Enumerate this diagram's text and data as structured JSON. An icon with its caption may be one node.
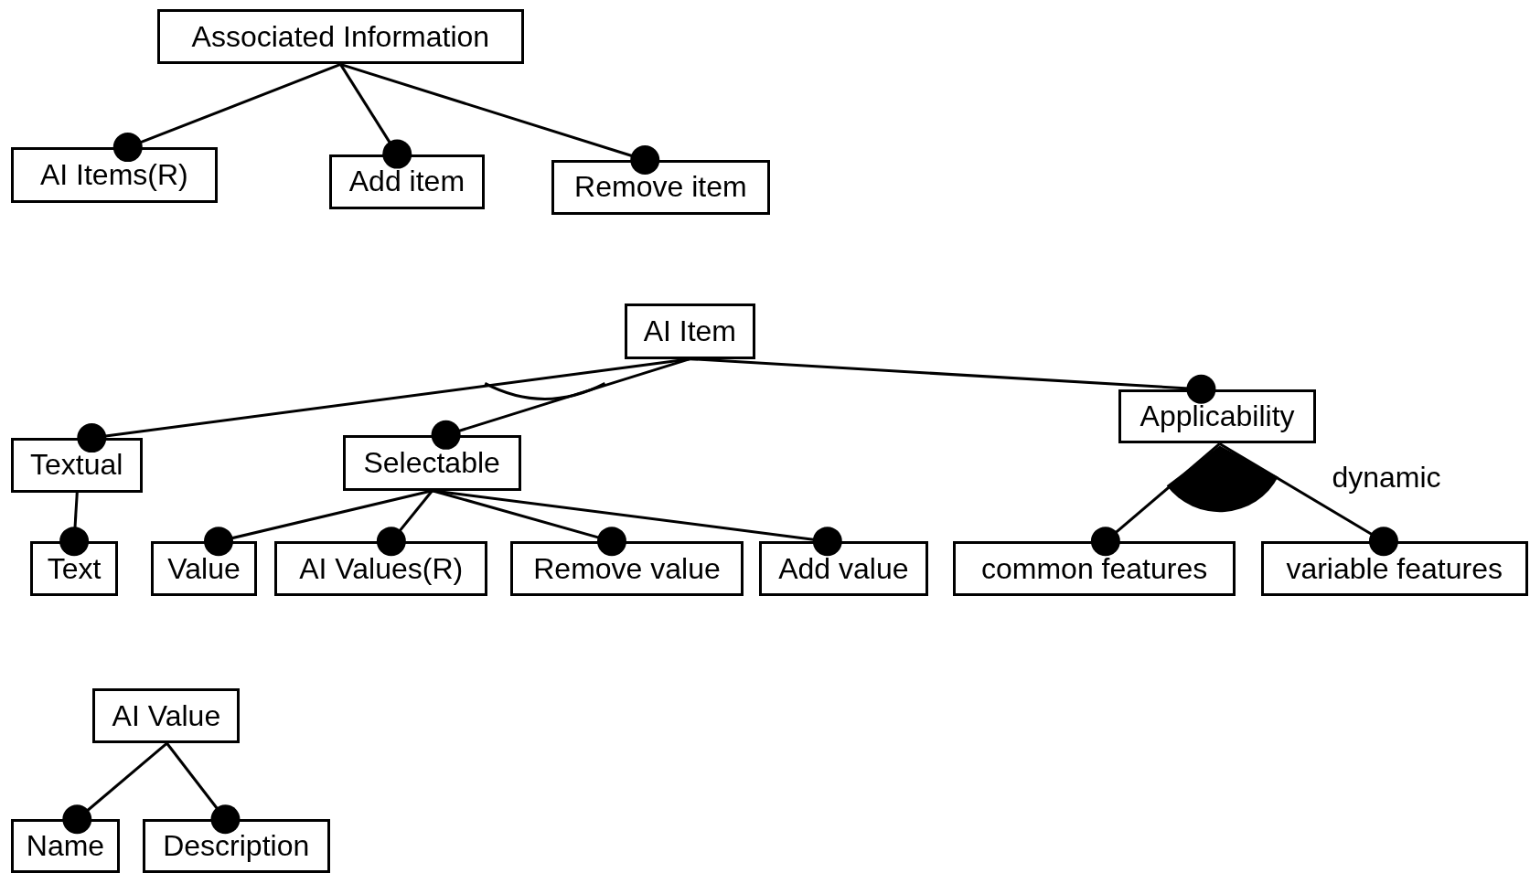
{
  "diagram": {
    "nodes": [
      {
        "text": [
          "Associated Information"
        ]
      },
      {
        "text": [
          "AI Items(R)"
        ]
      },
      {
        "text": [
          "Add item"
        ]
      },
      {
        "text": [
          "Remove item"
        ]
      },
      {
        "text": [
          "AI Item"
        ]
      },
      {
        "text": [
          "Textual"
        ]
      },
      {
        "text": [
          "Selectable"
        ]
      },
      {
        "text": [
          "Applicability"
        ]
      },
      {
        "text": [
          "Text"
        ]
      },
      {
        "text": [
          "Value"
        ]
      },
      {
        "text": [
          "AI Values(R)"
        ]
      },
      {
        "text": [
          "Remove value"
        ]
      },
      {
        "text": [
          "Add value"
        ]
      },
      {
        "text": [
          "common features"
        ]
      },
      {
        "text": [
          "variable features"
        ]
      },
      {
        "text": [
          "AI Value"
        ]
      },
      {
        "text": [
          "Name"
        ]
      },
      {
        "text": [
          "Description"
        ]
      }
    ],
    "edges": [
      {
        "from": 0,
        "to": 1,
        "arrow": "other"
      },
      {
        "from": 0,
        "to": 2,
        "arrow": "other"
      },
      {
        "from": 0,
        "to": 3,
        "arrow": "other"
      },
      {
        "from": 4,
        "to": 5,
        "arrow": "other"
      },
      {
        "from": 4,
        "to": 6,
        "arrow": "other"
      },
      {
        "from": 4,
        "to": 7,
        "arrow": "other"
      },
      {
        "from": 5,
        "to": 8,
        "arrow": "other"
      },
      {
        "from": 6,
        "to": 9,
        "arrow": "other"
      },
      {
        "from": 6,
        "to": 10,
        "arrow": "other"
      },
      {
        "from": 6,
        "to": 11,
        "arrow": "other"
      },
      {
        "from": 6,
        "to": 12,
        "arrow": "other"
      },
      {
        "from": 7,
        "to": 13,
        "arrow": "other"
      },
      {
        "from": 7,
        "to": 14,
        "arrow": "other"
      },
      {
        "from": 15,
        "to": 16,
        "arrow": "other"
      },
      {
        "from": 15,
        "to": 17,
        "arrow": "other"
      }
    ],
    "labels": [
      "dynamic"
    ]
  }
}
